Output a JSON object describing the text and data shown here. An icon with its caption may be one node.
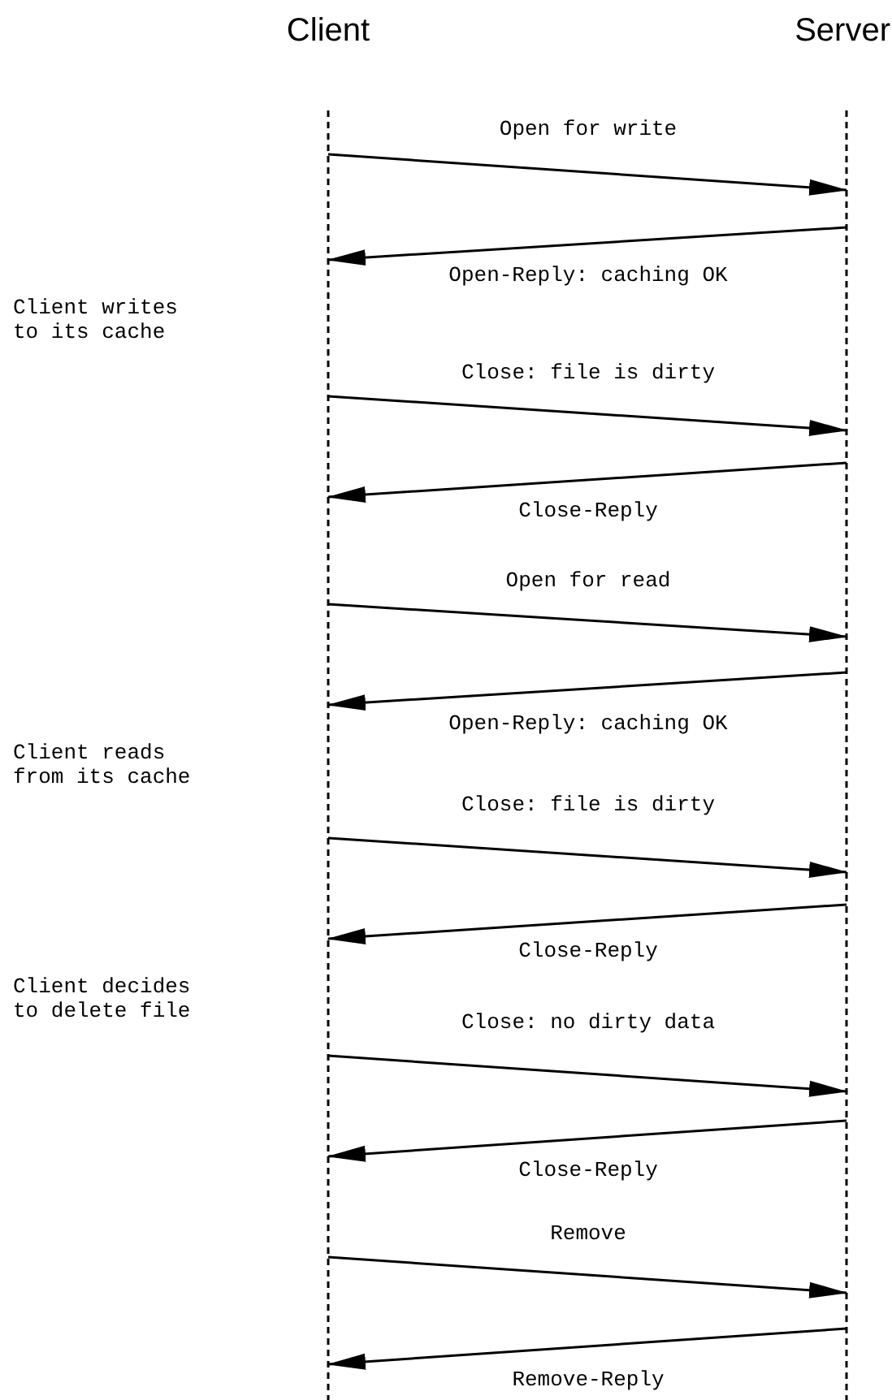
{
  "diagram": {
    "nodes": [
      {
        "text": [
          "Client"
        ]
      },
      {
        "text": [
          "Server"
        ]
      }
    ],
    "edges": [
      {
        "from": 0,
        "to": 1,
        "arrow": "to",
        "label": "Open for write"
      },
      {
        "from": 1,
        "to": 0,
        "arrow": "to",
        "label": "Open-Reply: caching OK"
      },
      {
        "from": 0,
        "to": 1,
        "arrow": "to",
        "label": "Close: file is dirty"
      },
      {
        "from": 1,
        "to": 0,
        "arrow": "to",
        "label": "Close-Reply"
      },
      {
        "from": 0,
        "to": 1,
        "arrow": "to",
        "label": "Open for read"
      },
      {
        "from": 1,
        "to": 0,
        "arrow": "to",
        "label": "Open-Reply: caching OK"
      },
      {
        "from": 0,
        "to": 1,
        "arrow": "to",
        "label": "Close: file is dirty"
      },
      {
        "from": 1,
        "to": 0,
        "arrow": "to",
        "label": "Close-Reply"
      },
      {
        "from": 0,
        "to": 1,
        "arrow": "to",
        "label": "Close: no dirty data"
      },
      {
        "from": 1,
        "to": 0,
        "arrow": "to",
        "label": "Close-Reply"
      },
      {
        "from": 0,
        "to": 1,
        "arrow": "to",
        "label": "Remove"
      },
      {
        "from": 1,
        "to": 0,
        "arrow": "to",
        "label": "Remove-Reply"
      }
    ],
    "labels": [
      "Client writes to its cache",
      "Client reads from its cache",
      "Client decides to delete file"
    ]
  }
}
